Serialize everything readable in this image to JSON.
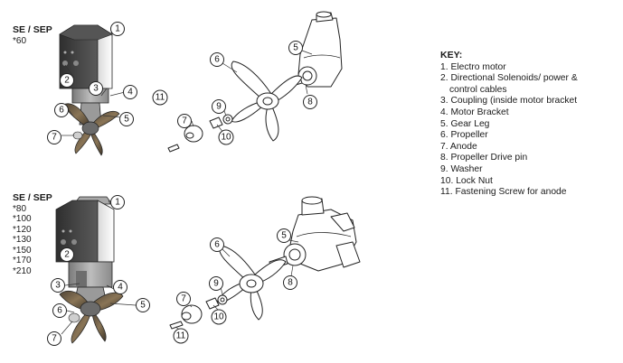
{
  "models": [
    {
      "title": "SE / SEP",
      "sizes": [
        "*60"
      ]
    },
    {
      "title": "SE / SEP",
      "sizes": [
        "*80",
        "*100",
        "*120",
        "*130",
        "*150",
        "*170",
        "*210"
      ]
    }
  ],
  "key": {
    "title": "KEY:",
    "items": [
      {
        "num": "1.",
        "text": "Electro motor"
      },
      {
        "num": "2.",
        "text": "Directional Solenoids/ power &",
        "cont": "control cables"
      },
      {
        "num": "3.",
        "text": "Coupling (inside motor bracket"
      },
      {
        "num": "4.",
        "text": "Motor Bracket"
      },
      {
        "num": "5.",
        "text": "Gear Leg"
      },
      {
        "num": "6.",
        "text": "Propeller"
      },
      {
        "num": "7.",
        "text": "Anode"
      },
      {
        "num": "8.",
        "text": "Propeller Drive pin"
      },
      {
        "num": "9.",
        "text": "Washer"
      },
      {
        "num": "10.",
        "text": "Lock Nut"
      },
      {
        "num": "11.",
        "text": "Fastening Screw for anode"
      }
    ]
  },
  "callouts": {
    "top": [
      "1",
      "2",
      "3",
      "4",
      "5",
      "6",
      "7",
      "5",
      "6",
      "7",
      "9",
      "10",
      "11",
      "8"
    ],
    "bottom": [
      "1",
      "2",
      "3",
      "4",
      "5",
      "6",
      "7",
      "5",
      "6",
      "7",
      "9",
      "10",
      "11",
      "8"
    ]
  },
  "colors": {
    "motor_dark": "#3b3b3b",
    "metal_grey": "#8f8f8f",
    "bronze": "#6e5a3c",
    "ink": "#222222"
  }
}
